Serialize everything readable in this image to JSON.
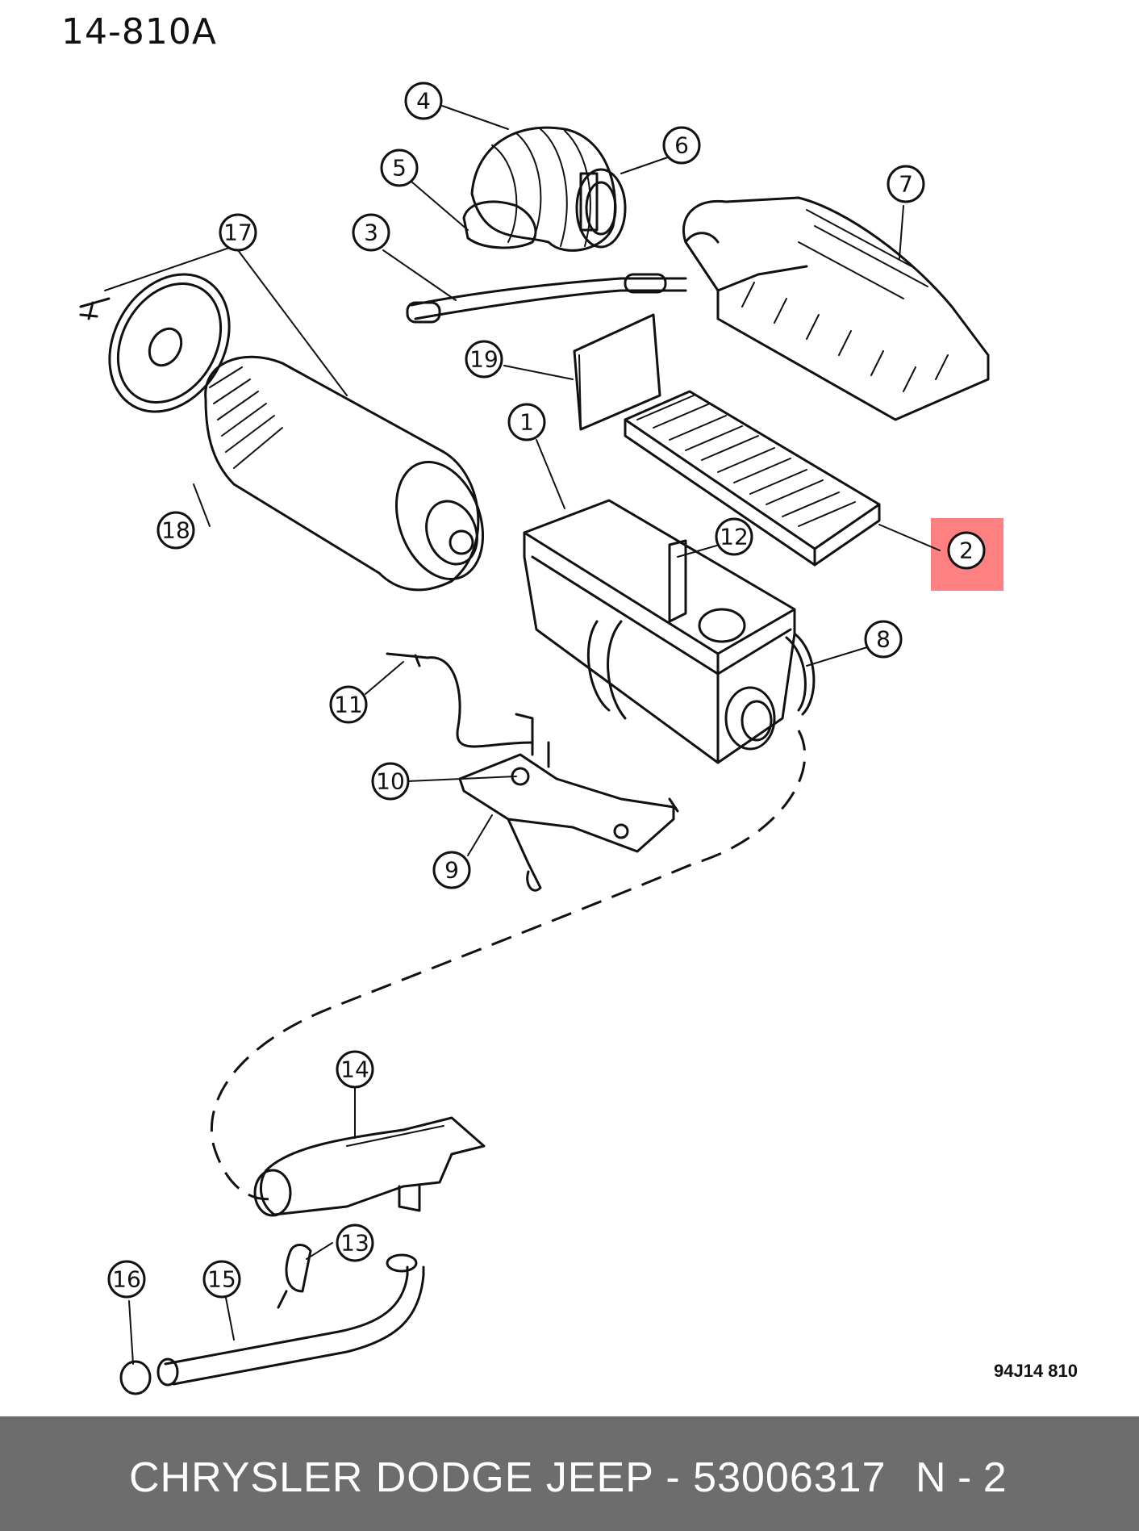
{
  "sheet_code": "14-810A",
  "drawing_code": "94J14  810",
  "callouts": [
    {
      "num": "1"
    },
    {
      "num": "2"
    },
    {
      "num": "3"
    },
    {
      "num": "4"
    },
    {
      "num": "5"
    },
    {
      "num": "6"
    },
    {
      "num": "7"
    },
    {
      "num": "8"
    },
    {
      "num": "9"
    },
    {
      "num": "10"
    },
    {
      "num": "11"
    },
    {
      "num": "12"
    },
    {
      "num": "13"
    },
    {
      "num": "14"
    },
    {
      "num": "15"
    },
    {
      "num": "16"
    },
    {
      "num": "17"
    },
    {
      "num": "18"
    },
    {
      "num": "19"
    }
  ],
  "highlight_color": "#ff8080",
  "footer": {
    "brand_part": "CHRYSLER DODGE JEEP - 53006317",
    "ref": "N - 2",
    "background": "#6d6d6d"
  }
}
